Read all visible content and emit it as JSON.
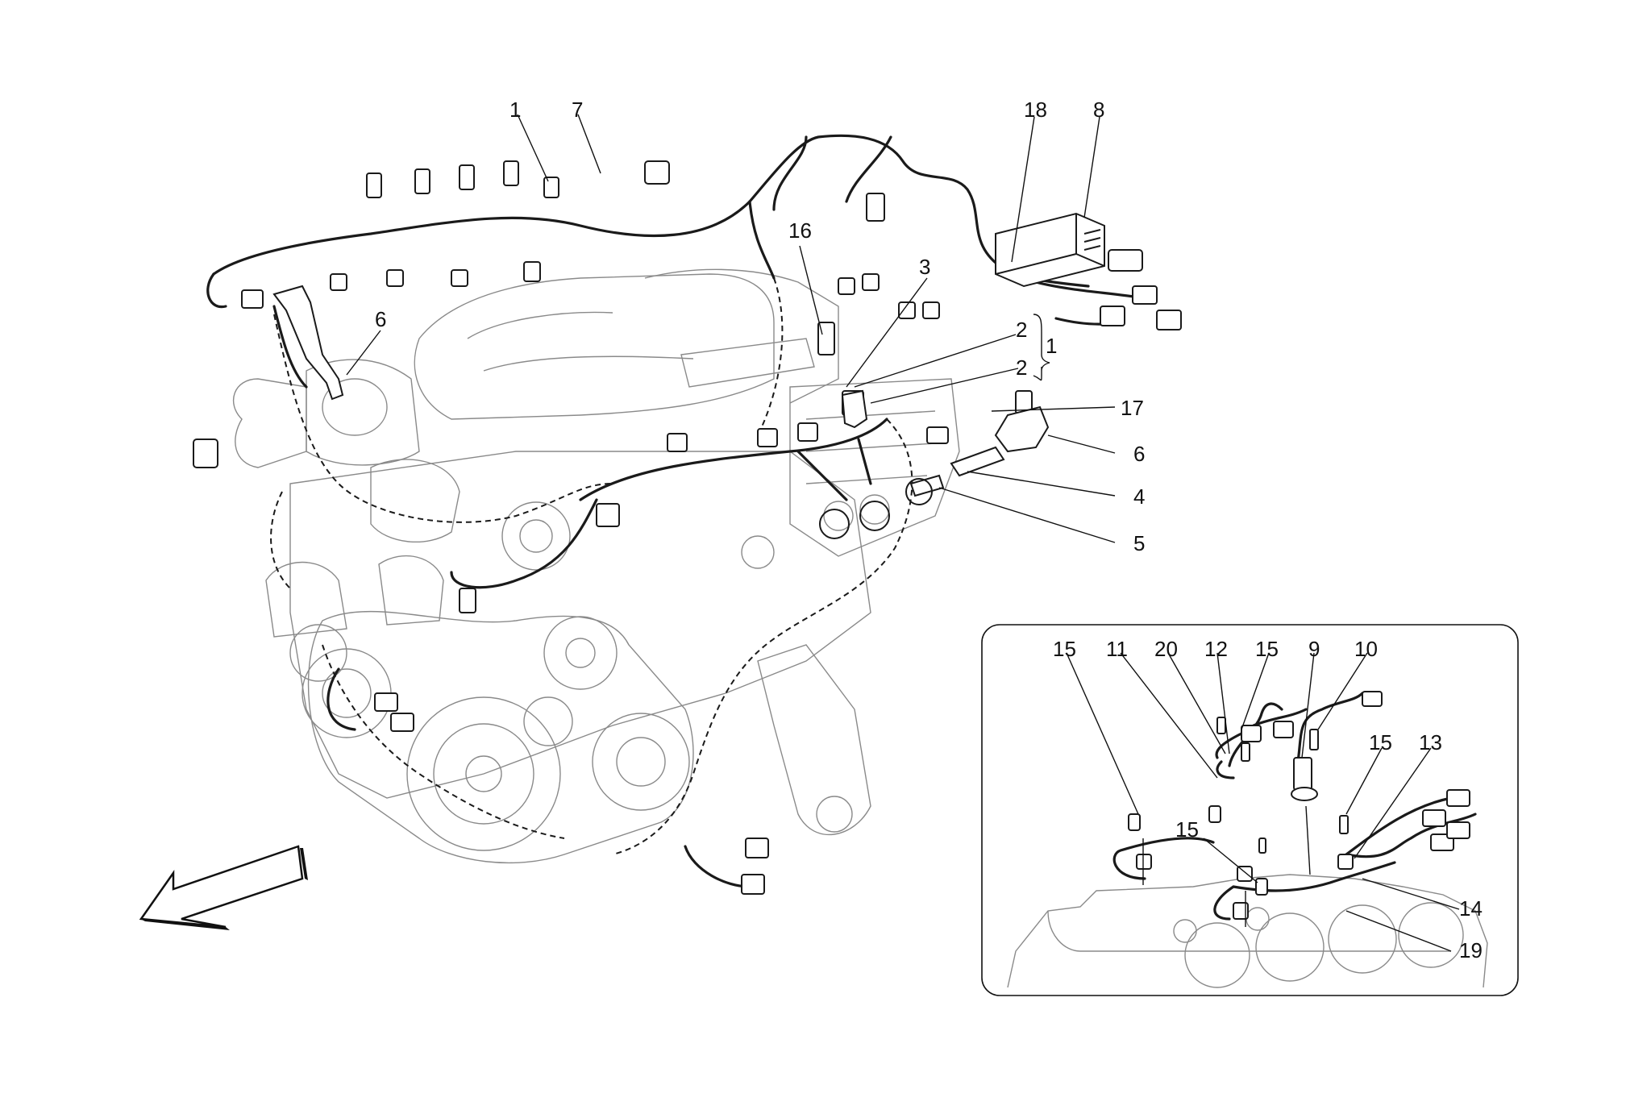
{
  "diagram": {
    "callouts_main": [
      {
        "id": "c-1a",
        "label": "1"
      },
      {
        "id": "c-7",
        "label": "7"
      },
      {
        "id": "c-18",
        "label": "18"
      },
      {
        "id": "c-8",
        "label": "8"
      },
      {
        "id": "c-16",
        "label": "16"
      },
      {
        "id": "c-3",
        "label": "3"
      },
      {
        "id": "c-6a",
        "label": "6"
      },
      {
        "id": "c-2a",
        "label": "2"
      },
      {
        "id": "c-1b",
        "label": "1"
      },
      {
        "id": "c-2b",
        "label": "2"
      },
      {
        "id": "c-17",
        "label": "17"
      },
      {
        "id": "c-6b",
        "label": "6"
      },
      {
        "id": "c-4",
        "label": "4"
      },
      {
        "id": "c-5",
        "label": "5"
      }
    ],
    "callouts_inset": [
      {
        "id": "i-15a",
        "label": "15"
      },
      {
        "id": "i-11",
        "label": "11"
      },
      {
        "id": "i-20",
        "label": "20"
      },
      {
        "id": "i-12",
        "label": "12"
      },
      {
        "id": "i-15b",
        "label": "15"
      },
      {
        "id": "i-9",
        "label": "9"
      },
      {
        "id": "i-10",
        "label": "10"
      },
      {
        "id": "i-15c",
        "label": "15"
      },
      {
        "id": "i-13",
        "label": "13"
      },
      {
        "id": "i-15d",
        "label": "15"
      },
      {
        "id": "i-14",
        "label": "14"
      },
      {
        "id": "i-19",
        "label": "19"
      }
    ]
  }
}
